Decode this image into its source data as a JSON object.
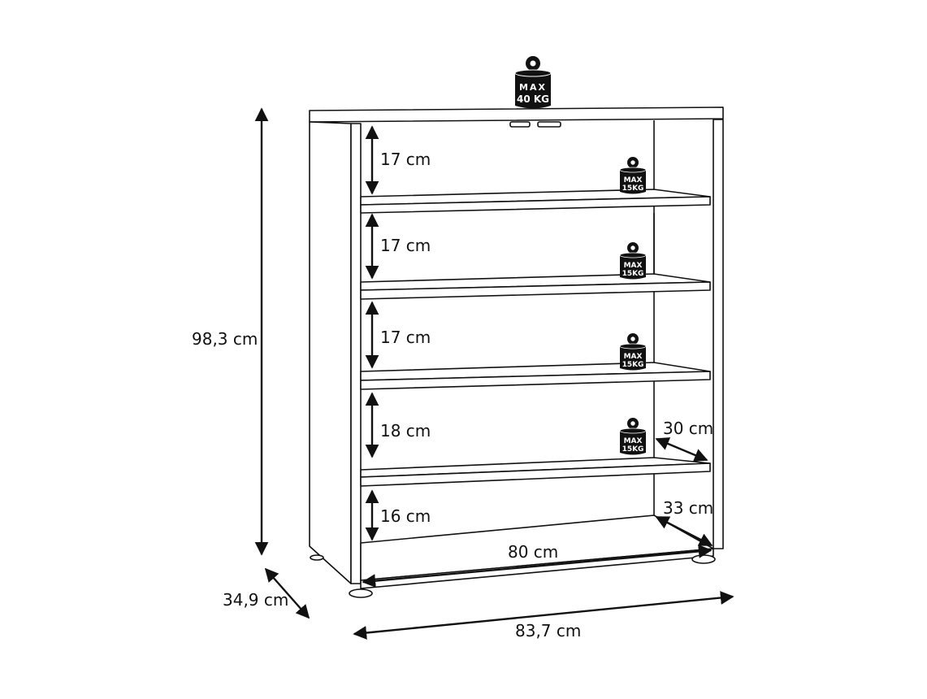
{
  "dimensions": {
    "height": "98,3 cm",
    "depth": "34,9 cm",
    "width": "83,7 cm",
    "inner_width": "80 cm",
    "shelf_depth": "30 cm",
    "bottom_depth": "33 cm",
    "spacings": [
      "17 cm",
      "17 cm",
      "17 cm",
      "18 cm",
      "16 cm"
    ]
  },
  "weights": {
    "top": {
      "line1": "MAX",
      "line2": "40 KG"
    },
    "shelf": {
      "line1": "MAX",
      "line2": "15KG"
    }
  },
  "colors": {
    "stroke": "#111111",
    "weight_fill": "#111111",
    "background": "#ffffff"
  }
}
